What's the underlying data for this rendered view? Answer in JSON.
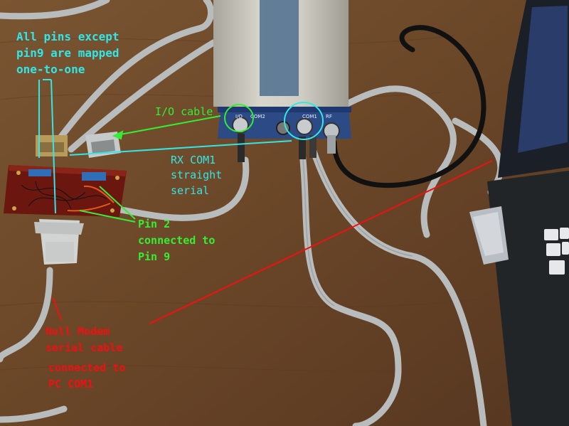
{
  "annotations": {
    "pins_mapping": [
      "All pins except",
      "pin9 are mapped",
      "one-to-one"
    ],
    "io_cable": "I/O cable",
    "rx_com1": [
      "RX COM1",
      "straight",
      "serial"
    ],
    "pin2": [
      "Pin 2",
      "connected to",
      "Pin 9"
    ],
    "null_modem": [
      "Null Modem",
      "serial cable"
    ],
    "pc_com1": [
      "connected to",
      "PC COM1"
    ]
  },
  "device_labels": {
    "io": "I/O",
    "com2": "COM2",
    "com1": "COM1",
    "rf": "RF"
  },
  "colors": {
    "cyan": "#33e6e6",
    "green": "#33ee33",
    "red": "#ee1111",
    "table": "#6b4a2c",
    "receiver": "#c9c6be",
    "receiver_face": "#2b4a86",
    "cable": "#b9bcbd"
  }
}
